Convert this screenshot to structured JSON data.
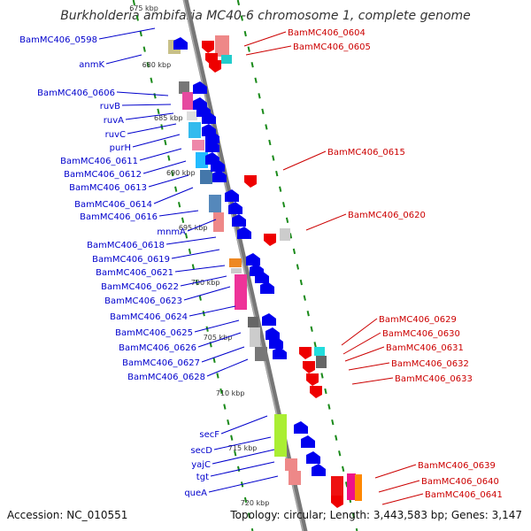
{
  "title": "Burkholderia ambifaria MC40-6 chromosome 1, complete genome",
  "footer": {
    "accession": "Accession: NC_010551",
    "summary": "Topology: circular; Length: 3,443,583 bp; Genes: 3,147"
  },
  "colors": {
    "forward_label": "#0000cc",
    "reverse_label": "#cc0000",
    "backbone": "#777777",
    "tick": "#1a8a1a"
  },
  "scale_labels": [
    "675 kbp",
    "680 kbp",
    "685 kbp",
    "690 kbp",
    "695 kbp",
    "700 kbp",
    "705 kbp",
    "710 kbp",
    "715 kbp",
    "720 kbp"
  ],
  "left_genes": [
    "BamMC406_0598",
    "anmK",
    "BamMC406_0606",
    "ruvB",
    "ruvA",
    "ruvC",
    "purH",
    "BamMC406_0611",
    "BamMC406_0612",
    "BamMC406_0613",
    "BamMC406_0614",
    "BamMC406_0616",
    "mnmA",
    "BamMC406_0618",
    "BamMC406_0619",
    "BamMC406_0621",
    "BamMC406_0622",
    "BamMC406_0623",
    "BamMC406_0624",
    "BamMC406_0625",
    "BamMC406_0626",
    "BamMC406_0627",
    "BamMC406_0628",
    "secF",
    "secD",
    "yajC",
    "tgt",
    "queA"
  ],
  "right_genes": [
    "BamMC406_0604",
    "BamMC406_0605",
    "BamMC406_0615",
    "BamMC406_0620",
    "BamMC406_0629",
    "BamMC406_0630",
    "BamMC406_0631",
    "BamMC406_0632",
    "BamMC406_0633",
    "BamMC406_0639",
    "BamMC406_0640",
    "BamMC406_0641"
  ]
}
